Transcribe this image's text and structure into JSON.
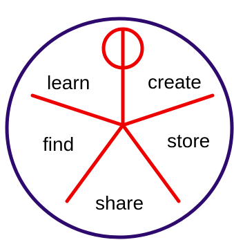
{
  "labels": {
    "learn": "learn",
    "create": "create",
    "find": "find",
    "store": "store",
    "share": "share"
  },
  "colors": {
    "circle_outline": "#2e0a6e",
    "figure": "#ee0000",
    "text": "#000000",
    "background": "#ffffff"
  }
}
